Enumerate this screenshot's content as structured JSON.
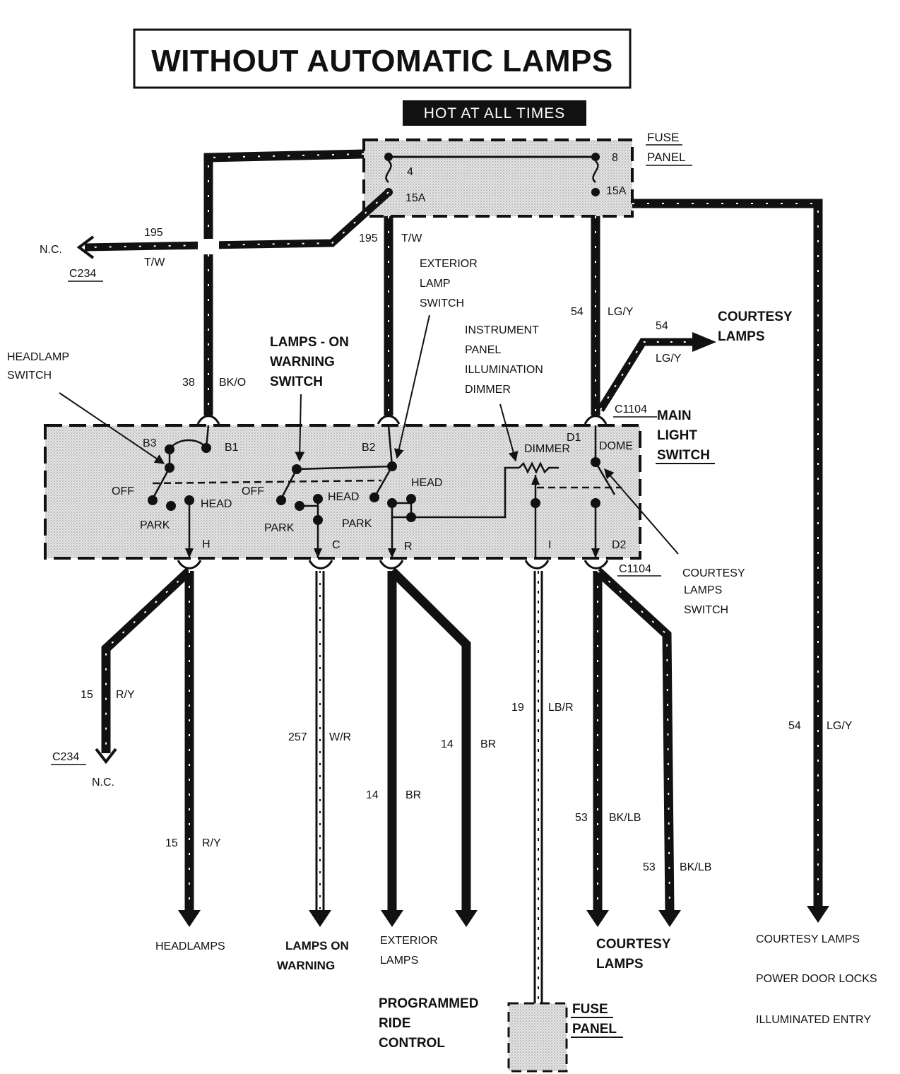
{
  "title": "WITHOUT AUTOMATIC LAMPS",
  "hot_label": "HOT AT ALL TIMES",
  "fuse_panel_top": {
    "label_line1": "FUSE",
    "label_line2": "PANEL",
    "fuse_left_number": "4",
    "fuse_left_rating": "15A",
    "fuse_right_number": "8",
    "fuse_right_rating": "15A"
  },
  "top_left_output": {
    "nc": "N.C.",
    "connector": "C234",
    "circuit": "195",
    "color": "T/W"
  },
  "wire_195": {
    "circuit": "195",
    "color": "T/W"
  },
  "wire_38": {
    "circuit": "38",
    "color": "BK/O"
  },
  "wire_54_vertical": {
    "circuit": "54",
    "color": "LG/Y"
  },
  "courtesy_top": {
    "circuit": "54",
    "color": "LG/Y",
    "label_line1": "COURTESY",
    "label_line2": "LAMPS"
  },
  "callouts": {
    "headlamp_switch": [
      "HEADLAMP",
      "SWITCH"
    ],
    "lamps_on_warning_switch": [
      "LAMPS - ON",
      "WARNING",
      "SWITCH"
    ],
    "exterior_lamp_switch": [
      "EXTERIOR",
      "LAMP",
      "SWITCH"
    ],
    "dimmer": [
      "INSTRUMENT",
      "PANEL",
      "ILLUMINATION",
      "DIMMER"
    ],
    "courtesy_lamps_switch": [
      "COURTESY",
      "LAMPS",
      "SWITCH"
    ]
  },
  "main_switch": {
    "connector_top": "C1104",
    "connector_bottom": "C1104",
    "name_line1": "MAIN",
    "name_line2": "LIGHT",
    "name_line3": "SWITCH",
    "terminals": {
      "b3": "B3",
      "b1": "B1",
      "b2": "B2",
      "d1": "D1",
      "h": "H",
      "c": "C",
      "r": "R",
      "i": "I",
      "d2": "D2"
    },
    "positions": {
      "off_1": "OFF",
      "park_1": "PARK",
      "head_1": "HEAD",
      "off_2": "OFF",
      "park_2": "PARK",
      "head_2": "HEAD",
      "head_3": "HEAD",
      "park_3": "PARK",
      "dimmer": "DIMMER",
      "dome": "DOME"
    }
  },
  "bottom_wires": [
    {
      "circuit": "15",
      "color": "R/Y"
    },
    {
      "circuit": "15",
      "color": "R/Y"
    },
    {
      "circuit": "257",
      "color": "W/R"
    },
    {
      "circuit": "14",
      "color": "BR"
    },
    {
      "circuit": "14",
      "color": "BR"
    },
    {
      "circuit": "19",
      "color": "LB/R"
    },
    {
      "circuit": "53",
      "color": "BK/LB"
    },
    {
      "circuit": "53",
      "color": "BK/LB"
    },
    {
      "circuit": "54",
      "color": "LG/Y"
    }
  ],
  "bottom_left_nc": {
    "connector": "C234",
    "nc": "N.C."
  },
  "destinations": {
    "headlamps": "HEADLAMPS",
    "lamps_on_warning": [
      "LAMPS ON",
      "WARNING"
    ],
    "exterior_lamps": [
      "EXTERIOR",
      "LAMPS"
    ],
    "programmed_ride_control": [
      "PROGRAMMED",
      "RIDE",
      "CONTROL"
    ],
    "courtesy_lamps": [
      "COURTESY",
      "LAMPS"
    ],
    "right_column": [
      "COURTESY LAMPS",
      "POWER DOOR LOCKS",
      "ILLUMINATED ENTRY"
    ],
    "fuse_panel_bottom": [
      "FUSE",
      "PANEL"
    ]
  }
}
